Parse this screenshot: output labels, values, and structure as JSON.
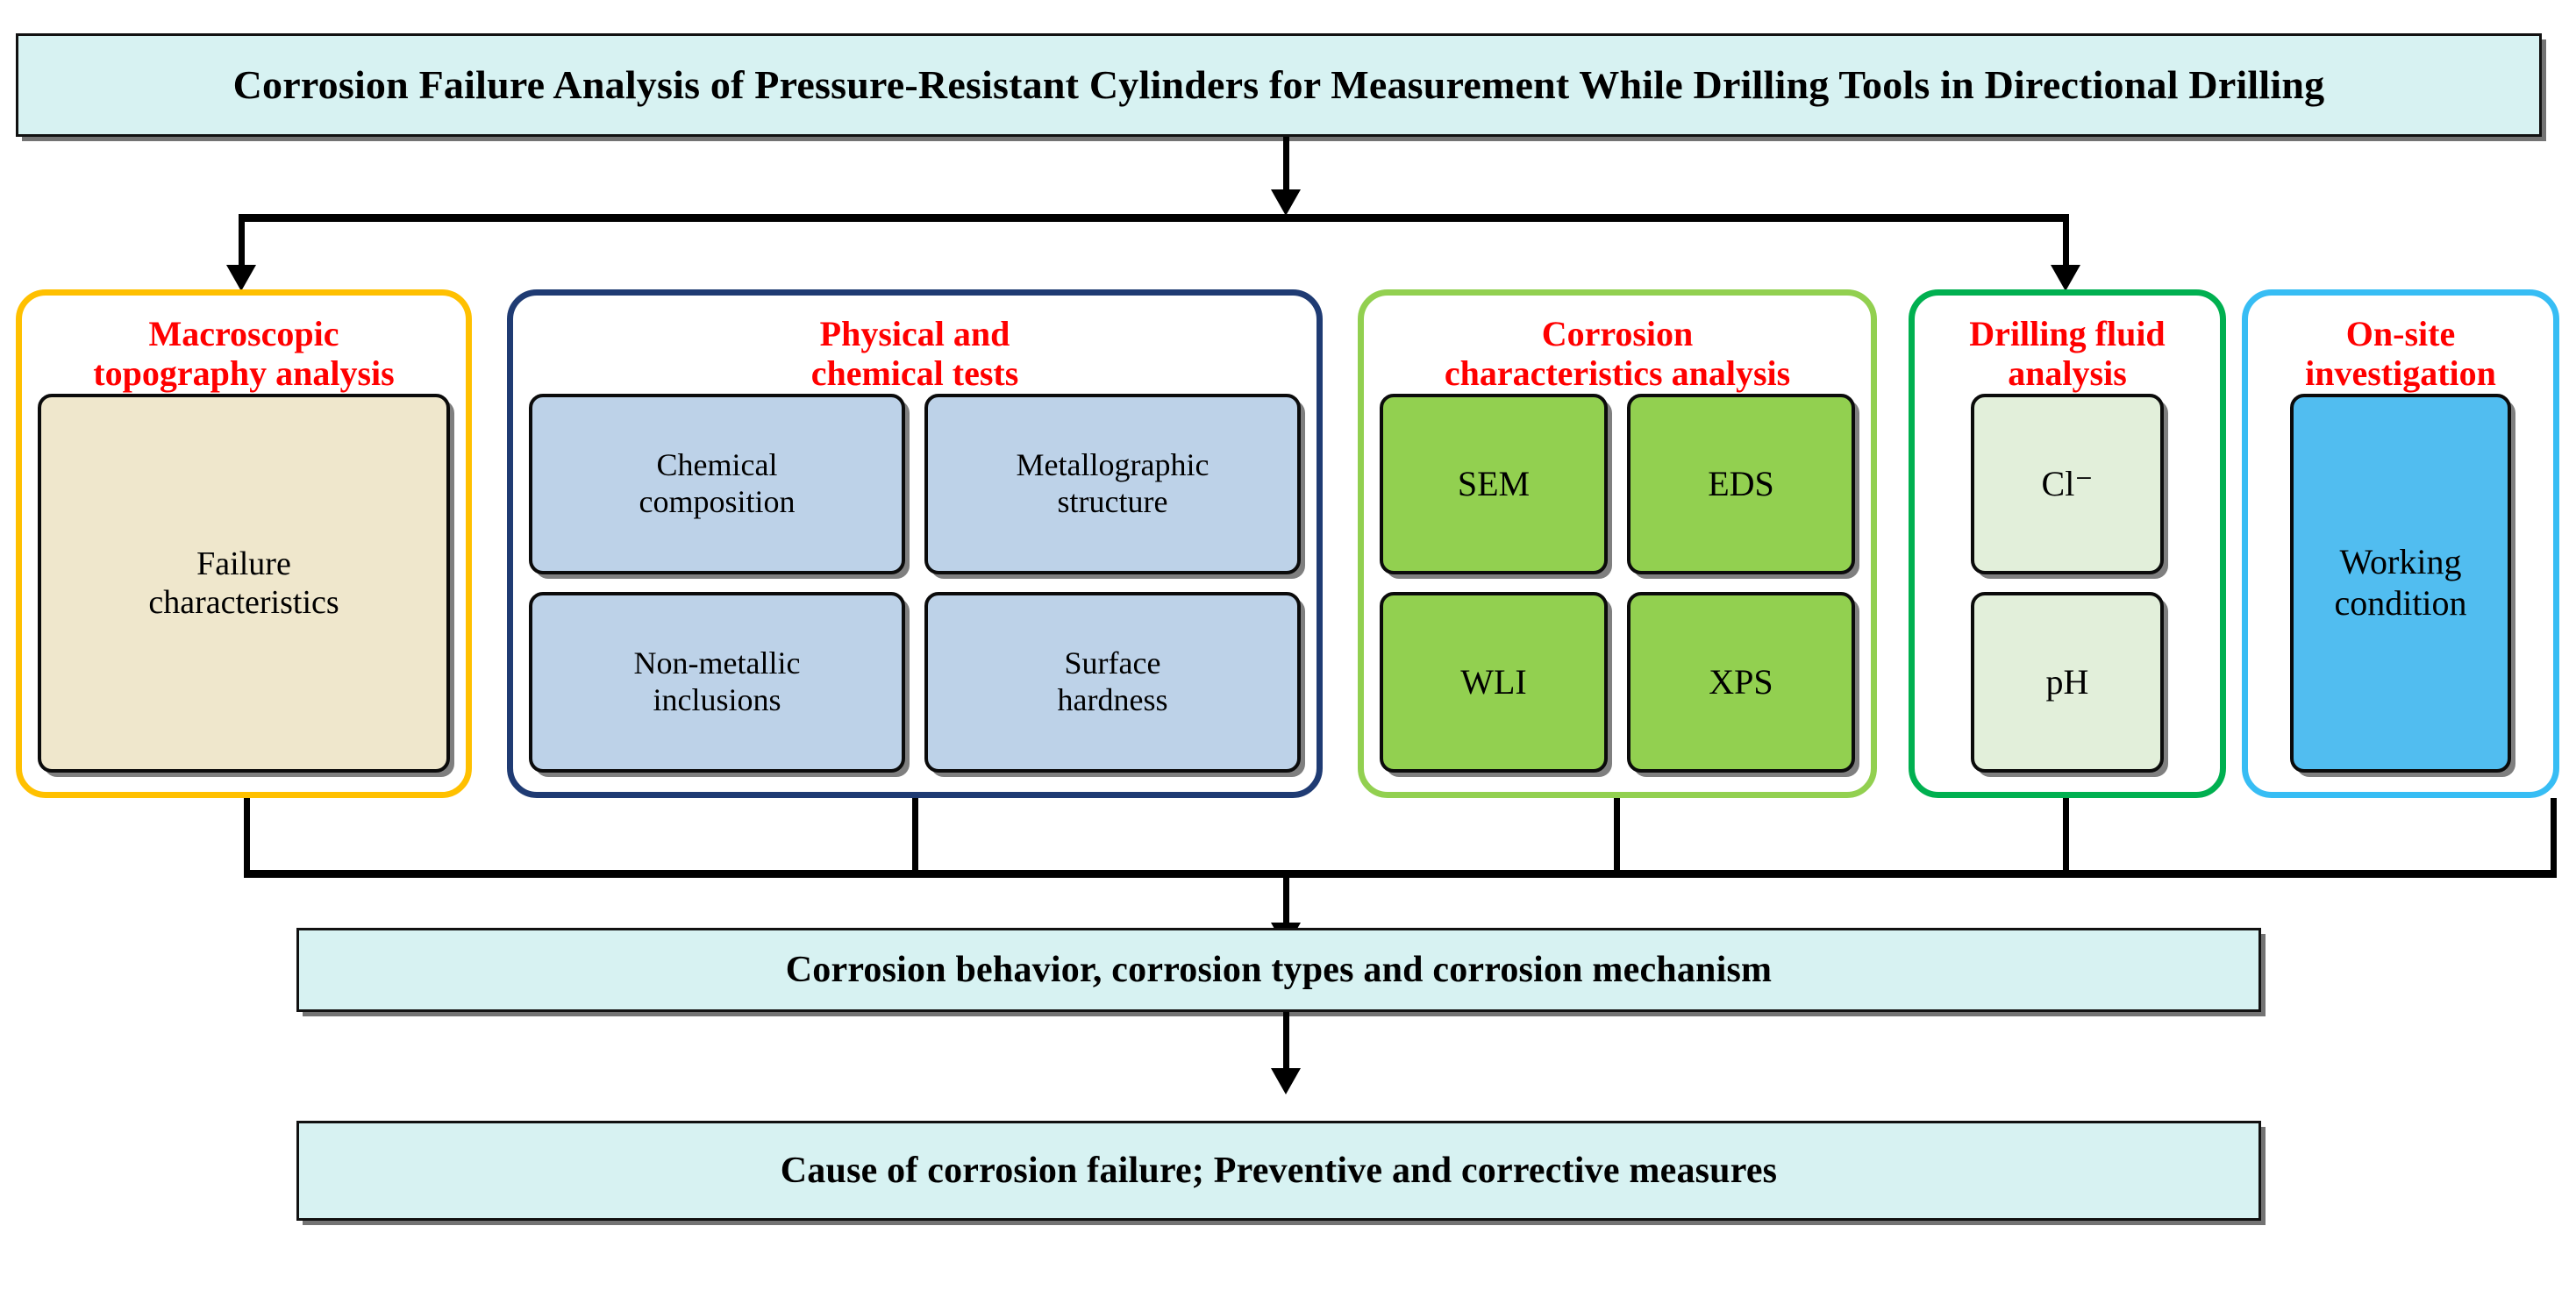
{
  "title_banner": {
    "text": "Corrosion Failure Analysis of Pressure-Resistant Cylinders for Measurement While Drilling Tools in Directional Drilling",
    "fill": "#D7F2F2",
    "border": "#111111"
  },
  "panels": [
    {
      "id": "macroscopic-topography-analysis",
      "title": "Macroscopic\ntopography analysis",
      "border_color": "#FFC000",
      "title_font_size": 40,
      "chip_font_size": 38,
      "layout": "1x1",
      "chips": [
        {
          "label": "Failure\ncharacteristics",
          "fill": "#EFE7CC"
        }
      ]
    },
    {
      "id": "physical-and-chemical-tests",
      "title": "Physical and\nchemical tests",
      "border_color": "#1F3B73",
      "title_font_size": 40,
      "chip_font_size": 36,
      "layout": "2x2",
      "chips": [
        {
          "label": "Chemical\ncomposition",
          "fill": "#BDD2E8"
        },
        {
          "label": "Metallographic\nstructure",
          "fill": "#BDD2E8"
        },
        {
          "label": "Non-metallic\ninclusions",
          "fill": "#BDD2E8"
        },
        {
          "label": "Surface\nhardness",
          "fill": "#BDD2E8"
        }
      ]
    },
    {
      "id": "corrosion-characteristics-analysis",
      "title": "Corrosion\ncharacteristics analysis",
      "border_color": "#92D050",
      "title_font_size": 40,
      "chip_font_size": 40,
      "layout": "2x2",
      "chips": [
        {
          "label": "SEM",
          "fill": "#92D050"
        },
        {
          "label": "EDS",
          "fill": "#92D050"
        },
        {
          "label": "WLI",
          "fill": "#92D050"
        },
        {
          "label": "XPS",
          "fill": "#92D050"
        }
      ]
    },
    {
      "id": "drilling-fluid-analysis",
      "title": "Drilling fluid\nanalysis",
      "border_color": "#00B050",
      "title_font_size": 40,
      "chip_font_size": 40,
      "layout": "1x2",
      "chips": [
        {
          "label": "Cl⁻",
          "fill": "#E2EFDA"
        },
        {
          "label": "pH",
          "fill": "#E2EFDA"
        }
      ]
    },
    {
      "id": "on-site-investigation",
      "title": "On-site\ninvestigation",
      "border_color": "#37BDF4",
      "title_font_size": 40,
      "chip_font_size": 40,
      "layout": "1x1",
      "chips": [
        {
          "label": "Working\ncondition",
          "fill": "#51BDF0"
        }
      ]
    }
  ],
  "mid_banner": {
    "text": "Corrosion behavior, corrosion types and corrosion mechanism",
    "fill": "#D7F2F2",
    "border": "#111111"
  },
  "bottom_banner": {
    "text": "Cause of corrosion failure; Preventive and corrective measures",
    "fill": "#D7F2F2",
    "border": "#111111"
  }
}
